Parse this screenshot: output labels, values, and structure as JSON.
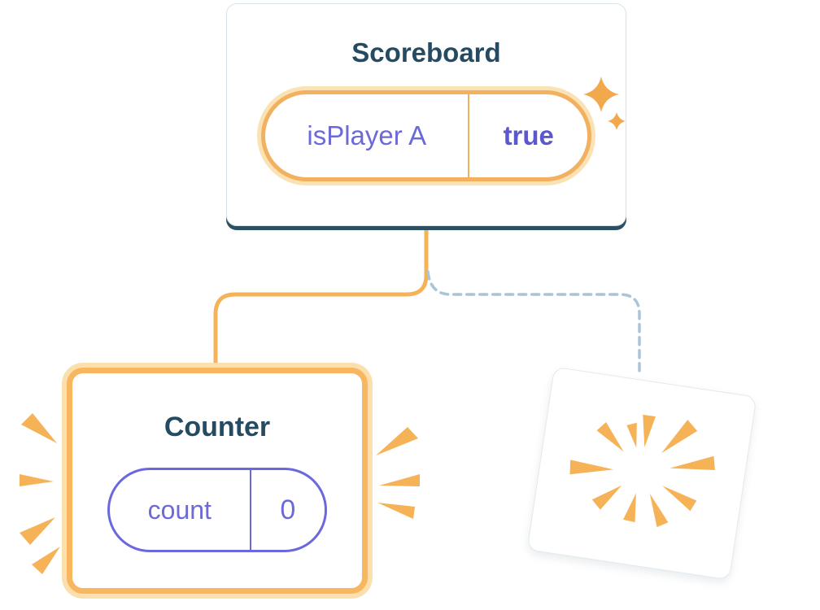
{
  "diagram": {
    "scoreboard": {
      "title": "Scoreboard",
      "prop": {
        "name": "isPlayer A",
        "value": "true"
      }
    },
    "counter": {
      "title": "Counter",
      "state": {
        "name": "count",
        "value": "0"
      }
    }
  },
  "icons": {
    "sparkle": "four-point star",
    "explosion_burst": "radiating orange wedges (component destroyed)",
    "counter_emphasis": "orange emphasis strokes (component highlighted)"
  },
  "colors": {
    "title_navy": "#254b63",
    "label_purple": "#6c69d9",
    "value_purple": "#5b57cf",
    "pill_orange": "#f2b160",
    "highlight_orange": "#f8b75f",
    "connector_orange": "#f6b257",
    "dashed_connector_blue": "#a9c6d8",
    "card_shadow_navy": "#2d4f63",
    "burst_orange": "#f6b257"
  }
}
